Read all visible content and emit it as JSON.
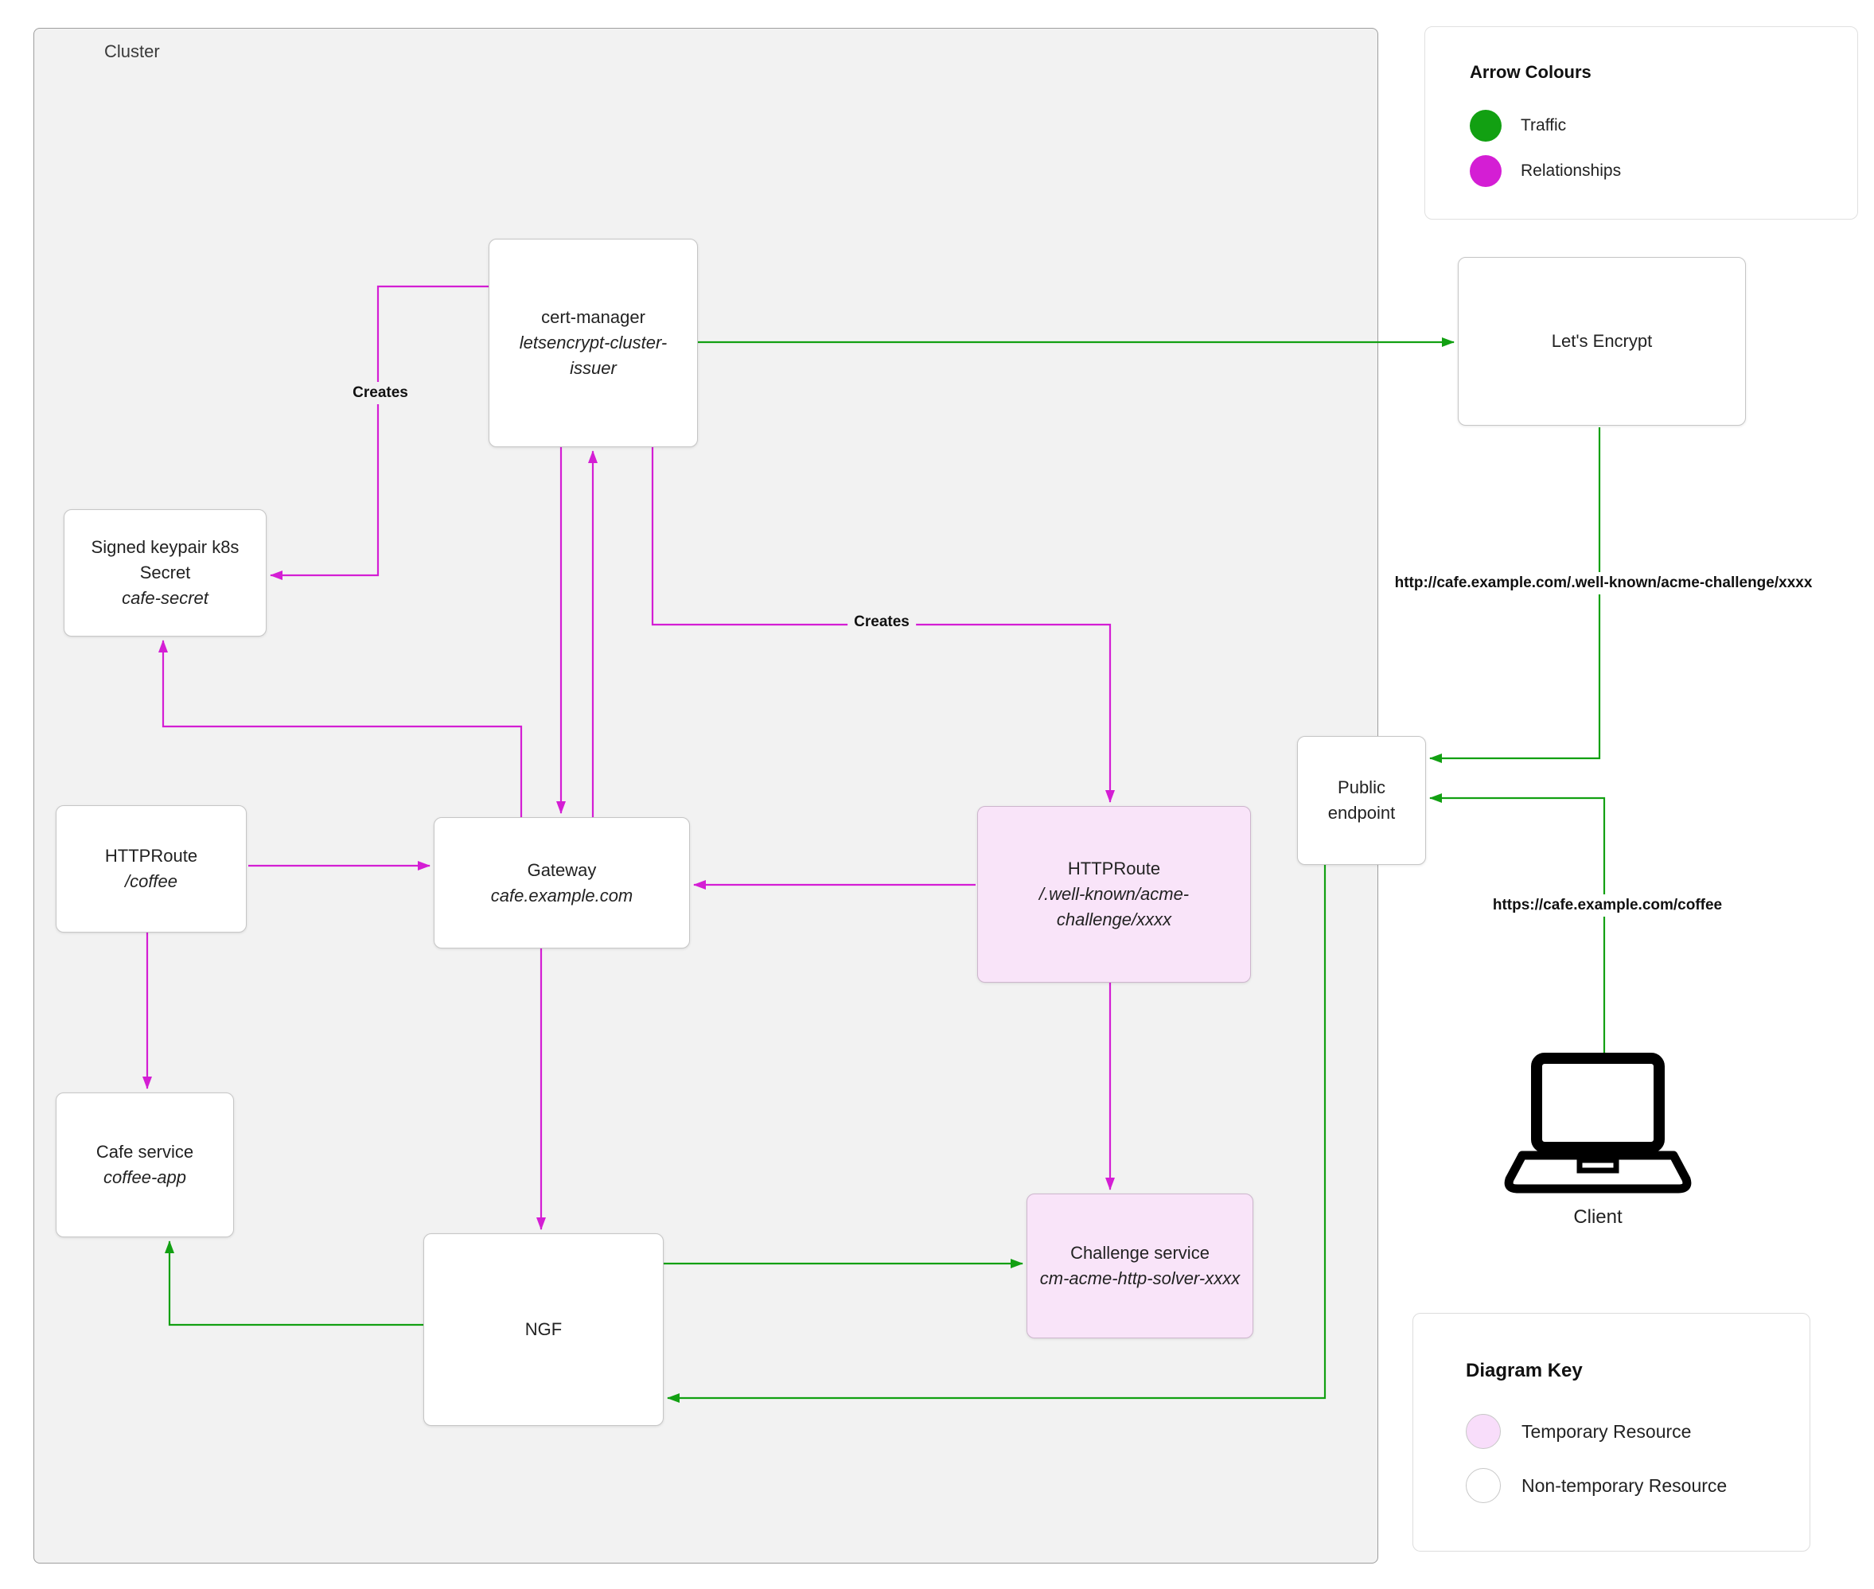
{
  "cluster": {
    "label": "Cluster"
  },
  "legend_arrows": {
    "title": "Arrow Colours",
    "items": [
      {
        "label": "Traffic",
        "color": "#12a012"
      },
      {
        "label": "Relationships",
        "color": "#d41ed4"
      }
    ]
  },
  "diagram_key": {
    "title": "Diagram Key",
    "items": [
      {
        "label": "Temporary Resource",
        "fill": "#f8ddfa"
      },
      {
        "label": "Non-temporary Resource",
        "fill": "#ffffff"
      }
    ]
  },
  "nodes": {
    "cert_manager": {
      "title": "cert-manager",
      "subtitle": "letsencrypt-cluster-issuer"
    },
    "lets_encrypt": {
      "title": "Let's Encrypt"
    },
    "signed_keypair": {
      "line1": "Signed keypair k8s",
      "line2": "Secret",
      "subtitle": "cafe-secret"
    },
    "httproute_coffee": {
      "title": "HTTPRoute",
      "subtitle": "/coffee"
    },
    "gateway": {
      "title": "Gateway",
      "subtitle": "cafe.example.com"
    },
    "httproute_acme": {
      "title": "HTTPRoute",
      "subtitle": "/.well-known/acme-challenge/xxxx"
    },
    "public_endpoint": {
      "title": "Public endpoint"
    },
    "cafe_service": {
      "title": "Cafe service",
      "subtitle": "coffee-app"
    },
    "ngf": {
      "title": "NGF"
    },
    "challenge_service": {
      "title": "Challenge service",
      "subtitle": "cm-acme-http-solver-xxxx"
    },
    "client": {
      "label": "Client"
    }
  },
  "edge_labels": {
    "creates_secret": "Creates",
    "creates_httproute": "Creates",
    "acme_challenge_url": "http://cafe.example.com/.well-known/acme-challenge/xxxx",
    "coffee_url": "https://cafe.example.com/coffee"
  },
  "colors": {
    "traffic_arrow": "#12a012",
    "relationships_arrow": "#d41ed4",
    "temporary_resource_fill": "#f9e4f9",
    "cluster_background": "#f2f2f2"
  }
}
